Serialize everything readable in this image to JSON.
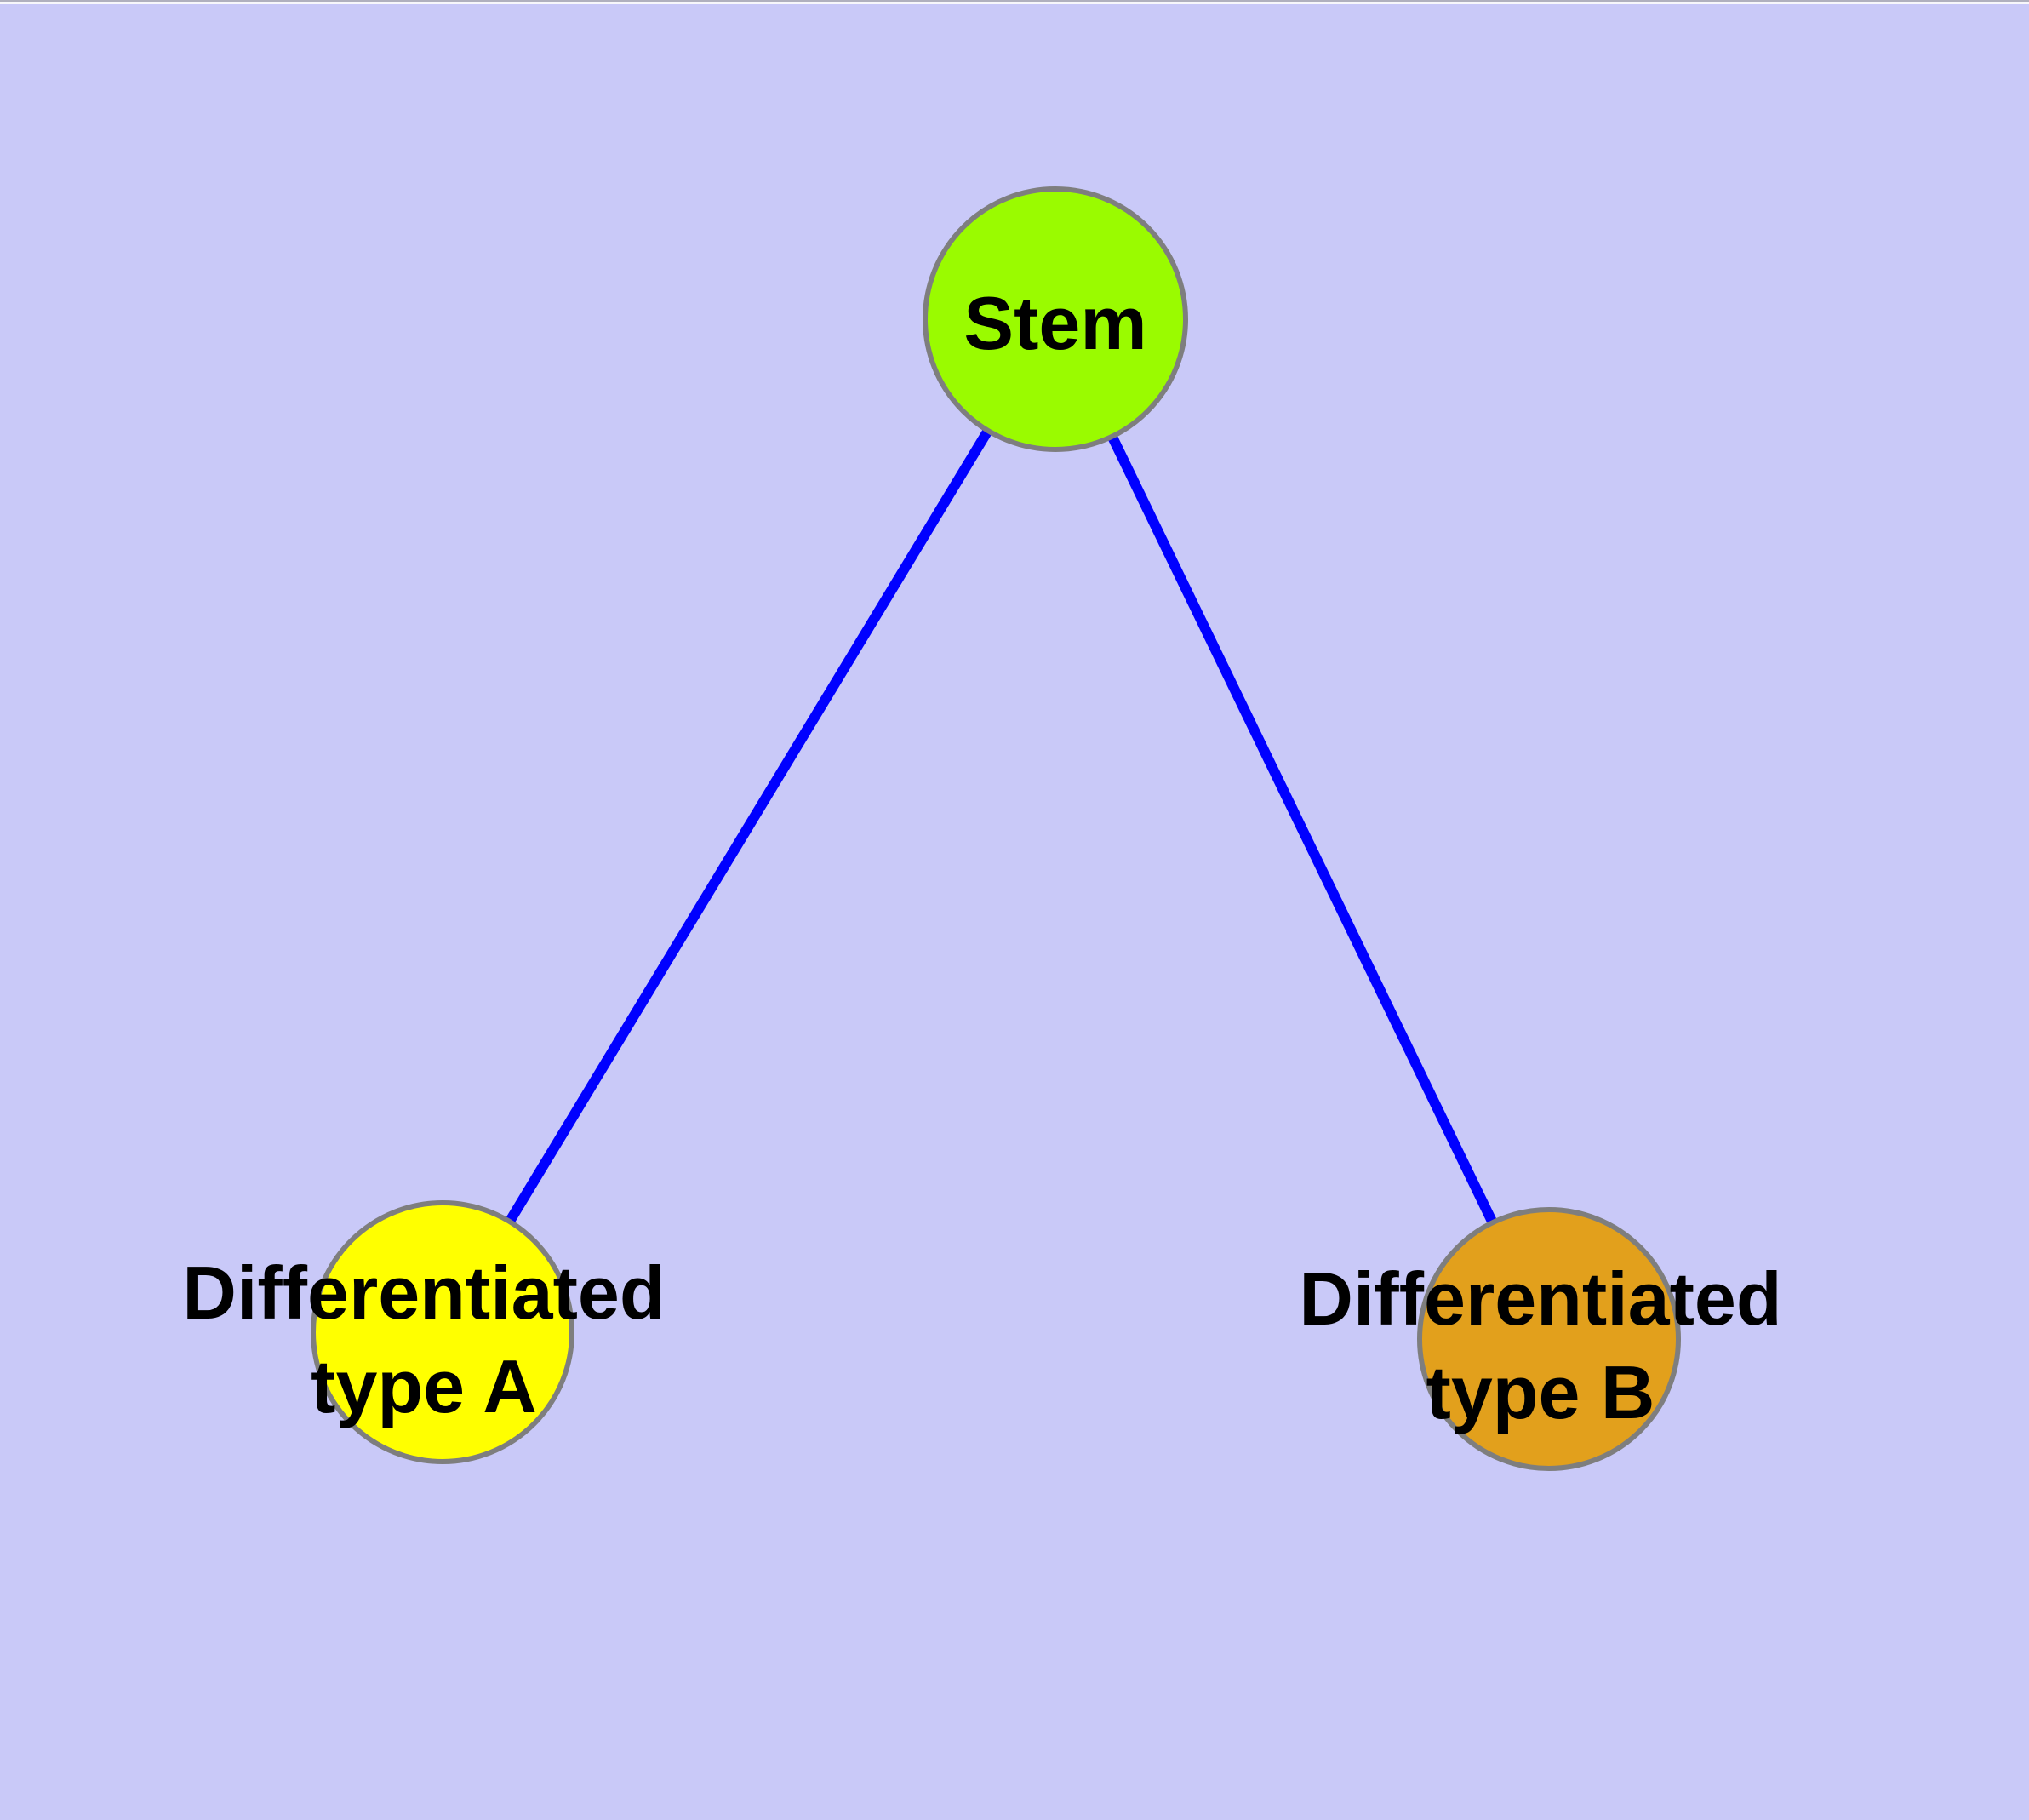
{
  "diagram": {
    "description": "Cell differentiation graph: Stem node linked to two differentiated cell type nodes",
    "nodes": {
      "stem": {
        "label": "Stem",
        "fill": "#9AFB00"
      },
      "type_a": {
        "label_line1": "Differentiated",
        "label_line2": "type A",
        "fill": "#FFFF00"
      },
      "type_b": {
        "label_line1": "Differentiated",
        "label_line2": "type B",
        "fill": "#E2A01C"
      }
    },
    "edges": [
      {
        "from": "Stem",
        "to": "Differentiated type A",
        "color": "#0000FF"
      },
      {
        "from": "Stem",
        "to": "Differentiated type B",
        "color": "#0000FF"
      }
    ]
  },
  "colors": {
    "background": "#C9C9F8",
    "node_border": "#7E7E7E",
    "edge": "#0000FF",
    "label_text": "#000000",
    "top_edge_line": "#B0B0BE",
    "top_edge_highlight": "#F7F7FB"
  }
}
